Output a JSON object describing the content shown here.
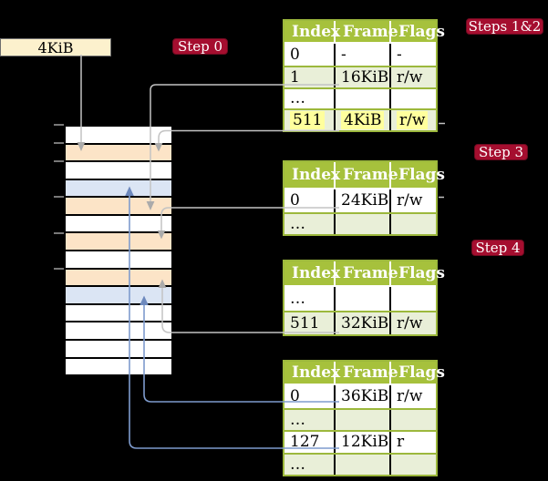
{
  "colors": {
    "background": "#000000",
    "table_header_bg": "#a6c13c",
    "table_header_text": "#ffffff",
    "table_border_green": "#9cb83c",
    "row_green": "#e9efd8",
    "row_white": "#ffffff",
    "highlight_yellow": "#ffff9d",
    "badge_bg": "#a50e2f",
    "badge_text": "#ffffff",
    "frame_label_bg": "#fcf1cd",
    "memory_peach": "#fce4c7",
    "memory_blue": "#dbe5f4",
    "gray_connector": "#c3c3c3",
    "gray_arrow": "#ababab",
    "blue_connector": "#7e9bcd",
    "blue_arrow": "#6d89bd"
  },
  "frame_label": "4KiB",
  "badges": {
    "step0": "Step 0",
    "steps12": "Steps 1&2",
    "step3": "Step 3",
    "step4": "Step 4"
  },
  "memory": {
    "cells": [
      "#ffffff",
      "#fce4c7",
      "#ffffff",
      "#dbe5f4",
      "#fce4c7",
      "#ffffff",
      "#fce4c7",
      "#ffffff",
      "#fce4c7",
      "#dbe5f4",
      "#ffffff",
      "#ffffff",
      "#ffffff",
      "#ffffff"
    ]
  },
  "tables": [
    {
      "step": "Steps 1&2",
      "headers": [
        "Index",
        "Frame",
        "Flags"
      ],
      "rows": [
        {
          "index": "0",
          "frame": "-",
          "flags": "-"
        },
        {
          "index": "1",
          "frame": "16KiB",
          "flags": "r/w"
        },
        {
          "index": "…",
          "frame": "",
          "flags": ""
        },
        {
          "index": "511",
          "frame": "4KiB",
          "flags": "r/w"
        }
      ]
    },
    {
      "step": "Step 3",
      "headers": [
        "Index",
        "Frame",
        "Flags"
      ],
      "rows": [
        {
          "index": "0",
          "frame": "24KiB",
          "flags": "r/w"
        },
        {
          "index": "…",
          "frame": "",
          "flags": ""
        }
      ]
    },
    {
      "step": "Step 4",
      "headers": [
        "Index",
        "Frame",
        "Flags"
      ],
      "rows": [
        {
          "index": "…",
          "frame": "",
          "flags": ""
        },
        {
          "index": "511",
          "frame": "32KiB",
          "flags": "r/w"
        }
      ]
    },
    {
      "step": "",
      "headers": [
        "Index",
        "Frame",
        "Flags"
      ],
      "rows": [
        {
          "index": "0",
          "frame": "36KiB",
          "flags": "r/w"
        },
        {
          "index": "…",
          "frame": "",
          "flags": ""
        },
        {
          "index": "127",
          "frame": "12KiB",
          "flags": "r"
        },
        {
          "index": "…",
          "frame": "",
          "flags": ""
        }
      ]
    }
  ]
}
